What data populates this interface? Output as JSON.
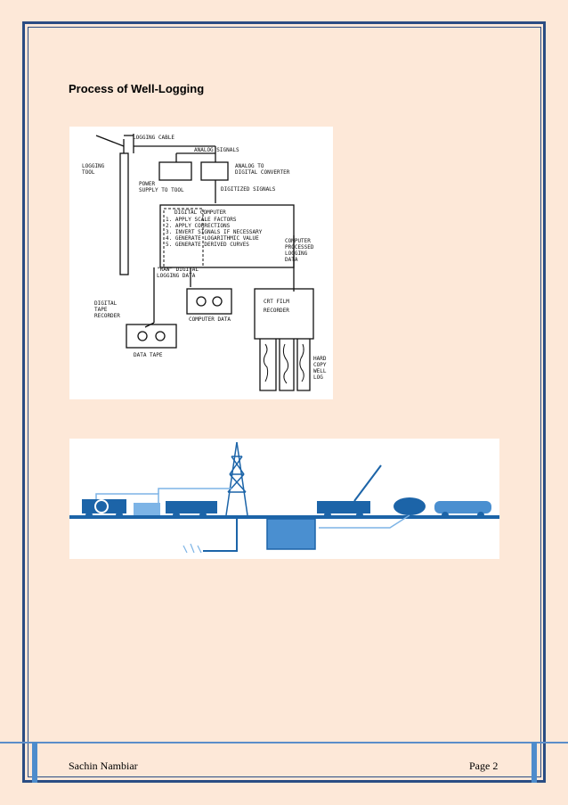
{
  "page": {
    "title": "Process of Well-Logging",
    "footer": {
      "author": "Sachin Nambiar",
      "page_label": "Page 2"
    }
  },
  "diagram": {
    "logging_cable": "LOGGING CABLE",
    "analog_signals": "ANALOG SIGNALS",
    "logging_tool": [
      "LOGGING",
      "TOOL"
    ],
    "power_supply": [
      "POWER",
      "SUPPLY TO TOOL"
    ],
    "analog_to_digital": [
      "ANALOG TO",
      "DIGITAL CONVERTER"
    ],
    "digitized_signals": "DIGITIZED SIGNALS",
    "digital_computer": "DIGITAL COMPUTER",
    "steps": [
      "1. APPLY SCALE FACTORS",
      "2. APPLY CORRECTIONS",
      "3. INVERT SIGNALS IF NECESSARY",
      "4. GENERATE LOGARITHMIC VALUE",
      "5. GENERATE DERIVED CURVES"
    ],
    "computer_processed": [
      "COMPUTER",
      "PROCESSED",
      "LOGGING",
      "DATA"
    ],
    "raw_digital": [
      "\"RAW\" DIGITAL",
      "LOGGING DATA"
    ],
    "digital_tape_recorder": [
      "DIGITAL",
      "TAPE",
      "RECORDER"
    ],
    "computer_data": "COMPUTER DATA",
    "crt_film": [
      "CRT FILM",
      "RECORDER"
    ],
    "data_tape": "DATA TAPE",
    "hard_copy": [
      "HARD",
      "COPY",
      "WELL",
      "LOG"
    ]
  }
}
